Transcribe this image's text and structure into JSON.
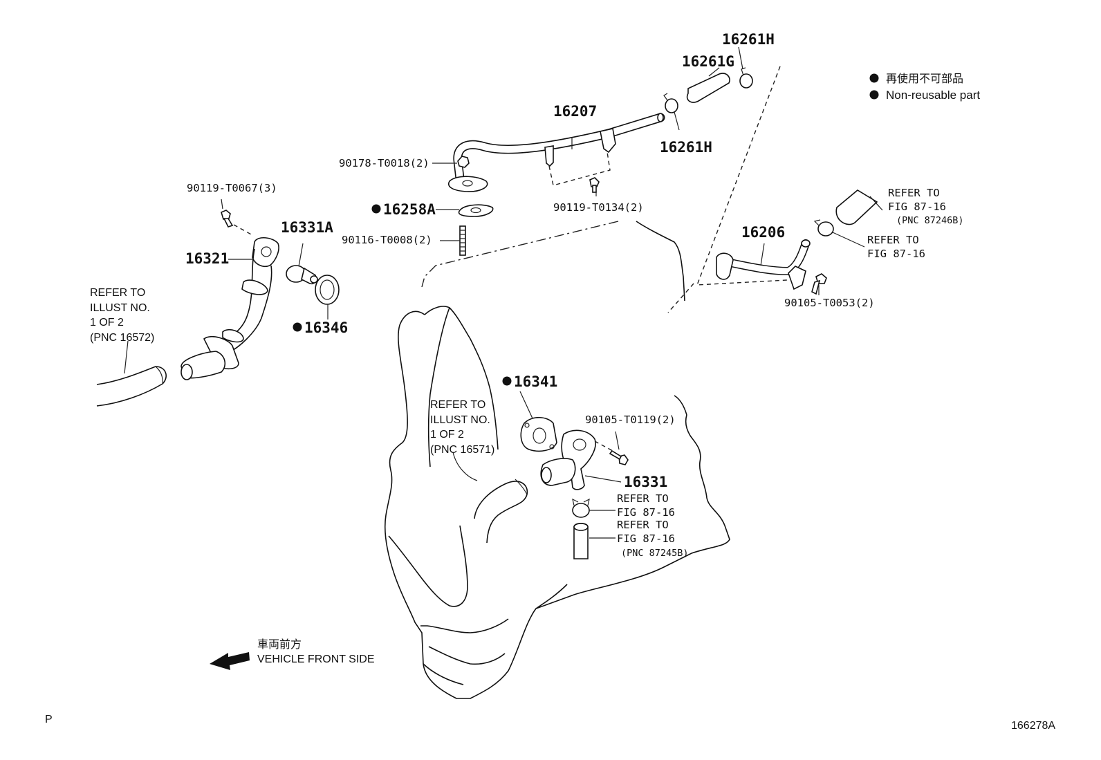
{
  "legend": {
    "jp": "再使用不可部品",
    "en": "Non-reusable part"
  },
  "part_numbers": {
    "p16261h_top": "16261H",
    "p16261g": "16261G",
    "p16207": "16207",
    "p16261h_low": "16261H",
    "p90178": "90178-T0018(2)",
    "p16258a": "16258A",
    "p90119_t0134": "90119-T0134(2)",
    "p90116": "90116-T0008(2)",
    "p90119_t0067": "90119-T0067(3)",
    "p16331a": "16331A",
    "p16321": "16321",
    "p16346": "16346",
    "p16206": "16206",
    "p90105_t0053": "90105-T0053(2)",
    "p16341": "16341",
    "p90105_t0119": "90105-T0119(2)",
    "p16331": "16331"
  },
  "refers": {
    "left": [
      "REFER TO",
      "ILLUST NO.",
      "1 OF 2",
      "(PNC 16572)"
    ],
    "center": [
      "REFER TO",
      "ILLUST NO.",
      "1 OF 2",
      "(PNC 16571)"
    ],
    "right_hose": [
      "REFER TO",
      "FIG 87-16",
      "(PNC 87246B)"
    ],
    "right_clamp": [
      "REFER TO",
      "FIG 87-16"
    ],
    "bottom_clamp": [
      "REFER TO",
      "FIG 87-16"
    ],
    "bottom_hose": [
      "REFER TO",
      "FIG 87-16",
      "(PNC 87245B)"
    ]
  },
  "direction": {
    "jp": "車両前方",
    "en": "VEHICLE FRONT SIDE"
  },
  "corner_left": "P",
  "illustration_id": "166278A"
}
